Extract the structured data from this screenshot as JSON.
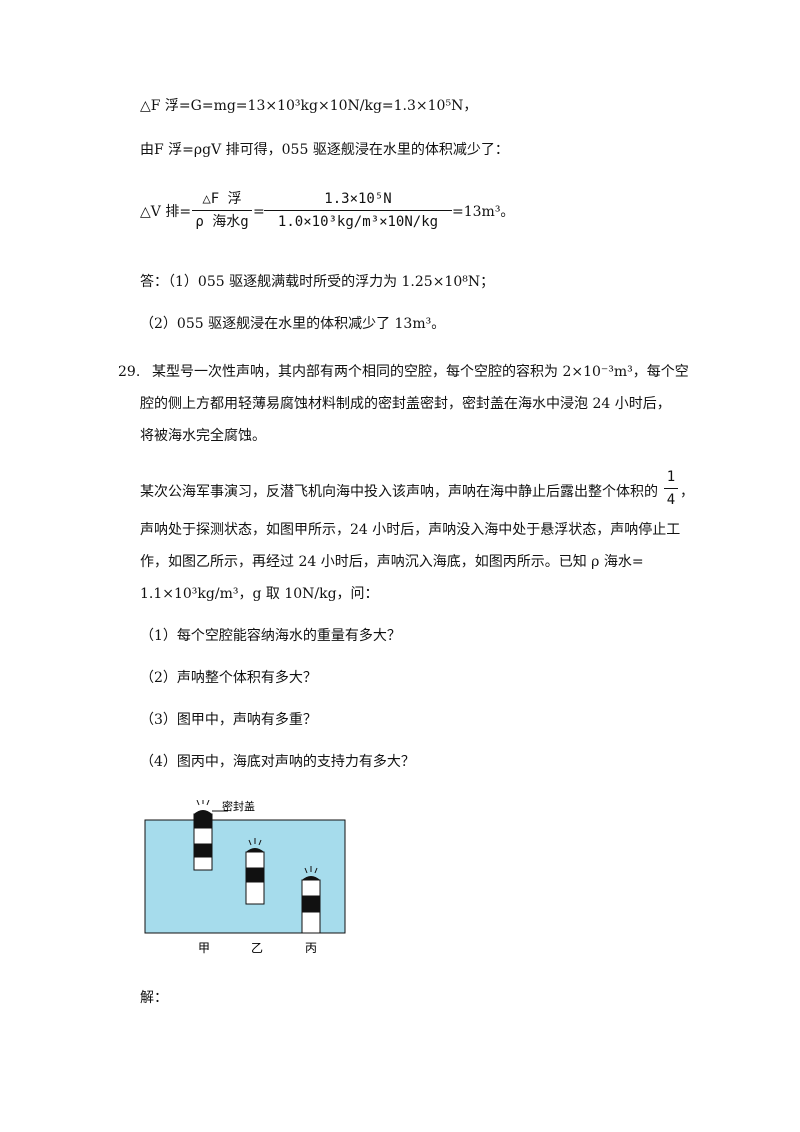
{
  "lines": {
    "l1": "△F 浮=G=mg=13×10³kg×10N/kg=1.3×10⁵N，",
    "l2": "由F 浮=ρgV 排可得，055 驱逐舰浸在水里的体积减少了：",
    "l3_prefix": "△V 排=",
    "l3_suffix": "=13m³。",
    "ans1": "答：（1）055 驱逐舰满载时所受的浮力为 1.25×10⁸N；",
    "ans2": "（2）055 驱逐舰浸在水里的体积减少了 13m³。"
  },
  "fraction1": {
    "top": "△F 浮",
    "bottom": "ρ 海水g"
  },
  "fraction2": {
    "top": "1.3×10⁵N",
    "bottom": "1.0×10³kg/m³×10N/kg"
  },
  "q29": {
    "number": "29.",
    "p1": "某型号一次性声呐，其内部有两个相同的空腔，每个空腔的容积为 2×10⁻³m³，每个空",
    "p2": "腔的侧上方都用轻薄易腐蚀材料制成的密封盖密封，密封盖在海水中浸泡 24 小时后，",
    "p3": "将被海水完全腐蚀。",
    "p4a": "某次公海军事演习，反潜飞机向海中投入该声呐，声呐在海中静止后露出整个体积的",
    "frac_top": "1",
    "frac_bottom": "4",
    "p4b": "，",
    "p5": "声呐处于探测状态，如图甲所示，24 小时后，声呐没入海中处于悬浮状态，声呐停止工",
    "p6": "作，如图乙所示，再经过 24 小时后，声呐沉入海底，如图丙所示。已知 ρ 海水=",
    "p7": "1.1×10³kg/m³，g 取 10N/kg，问：",
    "s1": "（1）每个空腔能容纳海水的重量有多大？",
    "s2": "（2）声呐整个体积有多大？",
    "s3": "（3）图甲中，声呐有多重？",
    "s4": "（4）图丙中，海底对声呐的支持力有多大？"
  },
  "figure": {
    "label_seal": "密封盖",
    "label_a": "甲",
    "label_b": "乙",
    "label_c": "丙",
    "water_color": "#a6dcec"
  },
  "answer_label": "解："
}
